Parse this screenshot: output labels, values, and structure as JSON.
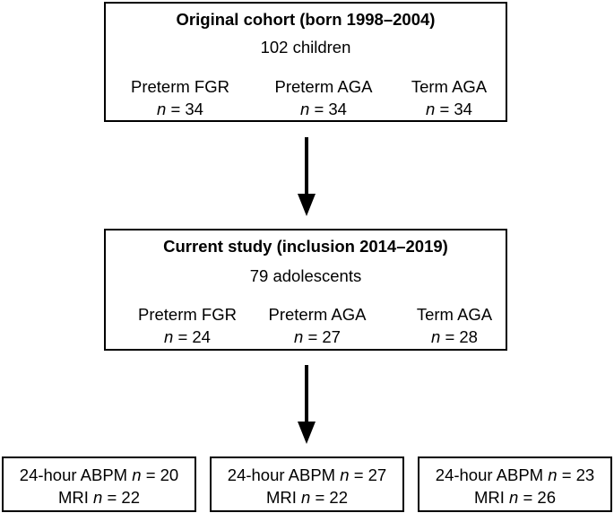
{
  "colors": {
    "line": "#000000",
    "background": "#ffffff"
  },
  "top_box": {
    "title": "Original cohort (born 1998–2004)",
    "count": "102 children",
    "groups": [
      {
        "name": "Preterm FGR",
        "n_label": "n",
        "n_value": "= 34"
      },
      {
        "name": "Preterm AGA",
        "n_label": "n",
        "n_value": "= 34"
      },
      {
        "name": "Term AGA",
        "n_label": "n",
        "n_value": "= 34"
      }
    ]
  },
  "middle_box": {
    "title": "Current study (inclusion 2014–2019)",
    "count": "79 adolescents",
    "groups": [
      {
        "name": "Preterm FGR",
        "n_label": "n",
        "n_value": "= 24"
      },
      {
        "name": "Preterm AGA",
        "n_label": "n",
        "n_value": "= 27"
      },
      {
        "name": "Term AGA",
        "n_label": "n",
        "n_value": "= 28"
      }
    ]
  },
  "bottom_boxes": [
    {
      "abpm_label": "24-hour ABPM",
      "abpm_n": "n",
      "abpm_value": "= 20",
      "mri_label": "MRI",
      "mri_n": "n",
      "mri_value": "= 22"
    },
    {
      "abpm_label": "24-hour ABPM",
      "abpm_n": "n",
      "abpm_value": "= 27",
      "mri_label": "MRI",
      "mri_n": "n",
      "mri_value": "= 22"
    },
    {
      "abpm_label": "24-hour ABPM",
      "abpm_n": "n",
      "abpm_value": "= 23",
      "mri_label": "MRI",
      "mri_n": "n",
      "mri_value": "= 26"
    }
  ]
}
